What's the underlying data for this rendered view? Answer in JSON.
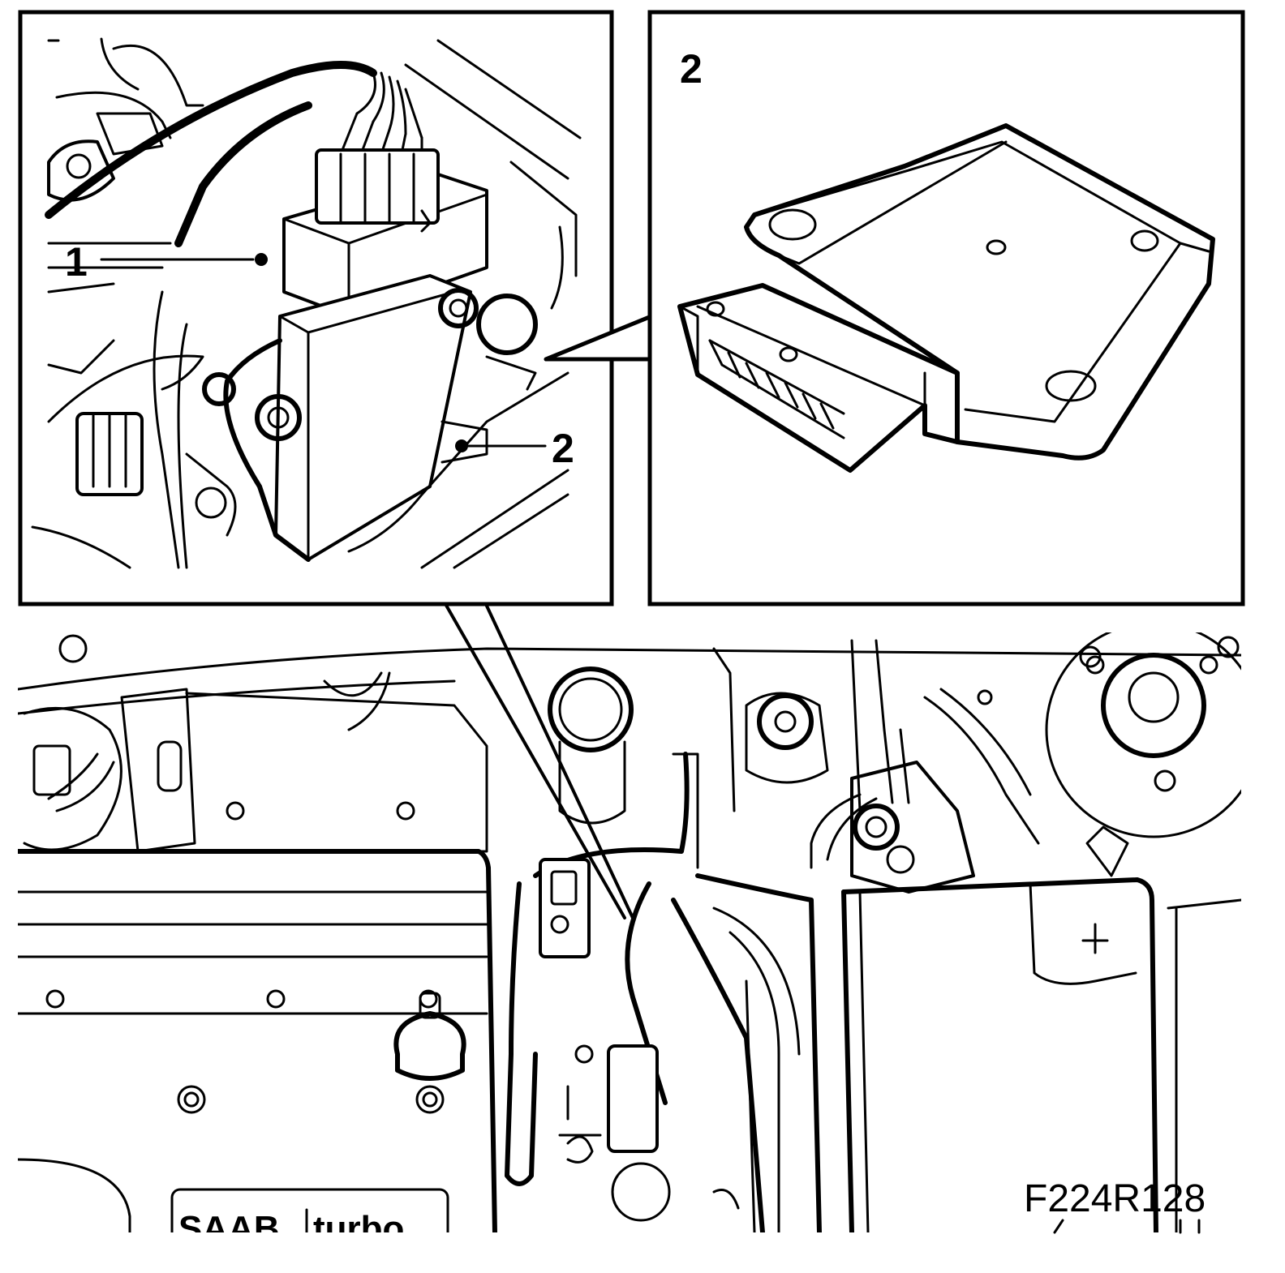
{
  "figure_id": "F224R128",
  "callouts": {
    "detail_left_1": "1",
    "detail_left_2": "2",
    "detail_right_2": "2"
  },
  "badge": {
    "brand": "SAAB",
    "model": "turbo"
  },
  "colors": {
    "line": "#000000",
    "background": "#ffffff"
  }
}
